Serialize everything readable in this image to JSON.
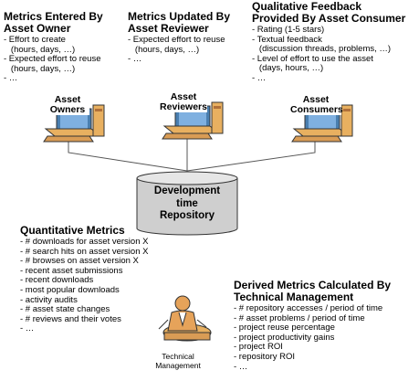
{
  "sections": {
    "owner": {
      "heading": [
        "Metrics Entered By",
        "Asset Owner"
      ],
      "items": [
        "- Effort to create",
        "   (hours, days, …)",
        "- Expected effort to reuse",
        "   (hours, days, …)",
        "- …"
      ]
    },
    "reviewer": {
      "heading": [
        "Metrics Updated By",
        "Asset Reviewer"
      ],
      "items": [
        "- Expected effort to reuse",
        "   (hours, days, …)",
        "- …"
      ]
    },
    "consumer": {
      "heading": [
        "Qualitative Feedback",
        "Provided By Asset Consumer"
      ],
      "items": [
        "- Rating (1-5 stars)",
        "- Textual feedback",
        "   (discussion threads, problems, …)",
        "- Level of effort to use the asset",
        "   (days, hours, …)",
        "- …"
      ]
    },
    "quantitative": {
      "heading": [
        "Quantitative Metrics"
      ],
      "items": [
        "- # downloads for asset version X",
        "- # search hits on asset version X",
        "- # browses on asset version X",
        "- recent asset submissions",
        "- recent downloads",
        "- most popular downloads",
        "- activity audits",
        "- # asset state changes",
        "- # reviews and their votes",
        "- …"
      ]
    },
    "derived": {
      "heading": [
        "Derived Metrics Calculated By",
        "Technical Management"
      ],
      "items": [
        "- # repository accesses / period of time",
        "- # asset problems / period of time",
        "- project reuse percentage",
        "- project productivity gains",
        "- project ROI",
        "- repository ROI",
        "- …"
      ]
    }
  },
  "actors": {
    "owners": [
      "Asset",
      "Owners"
    ],
    "reviewers": [
      "Asset",
      "Reviewers"
    ],
    "consumers": [
      "Asset",
      "Consumers"
    ]
  },
  "repository": [
    "Development",
    "time",
    "Repository"
  ],
  "manager": [
    "Technical",
    "Management"
  ],
  "colors": {
    "computer_body": "#e8b060",
    "computer_shade": "#b0703a",
    "screen": "#4a7fb0",
    "repository_fill": "#cfcfcf",
    "person_skin": "#e6a35a"
  },
  "icons": [
    "computer-icon",
    "database-icon",
    "person-icon"
  ]
}
